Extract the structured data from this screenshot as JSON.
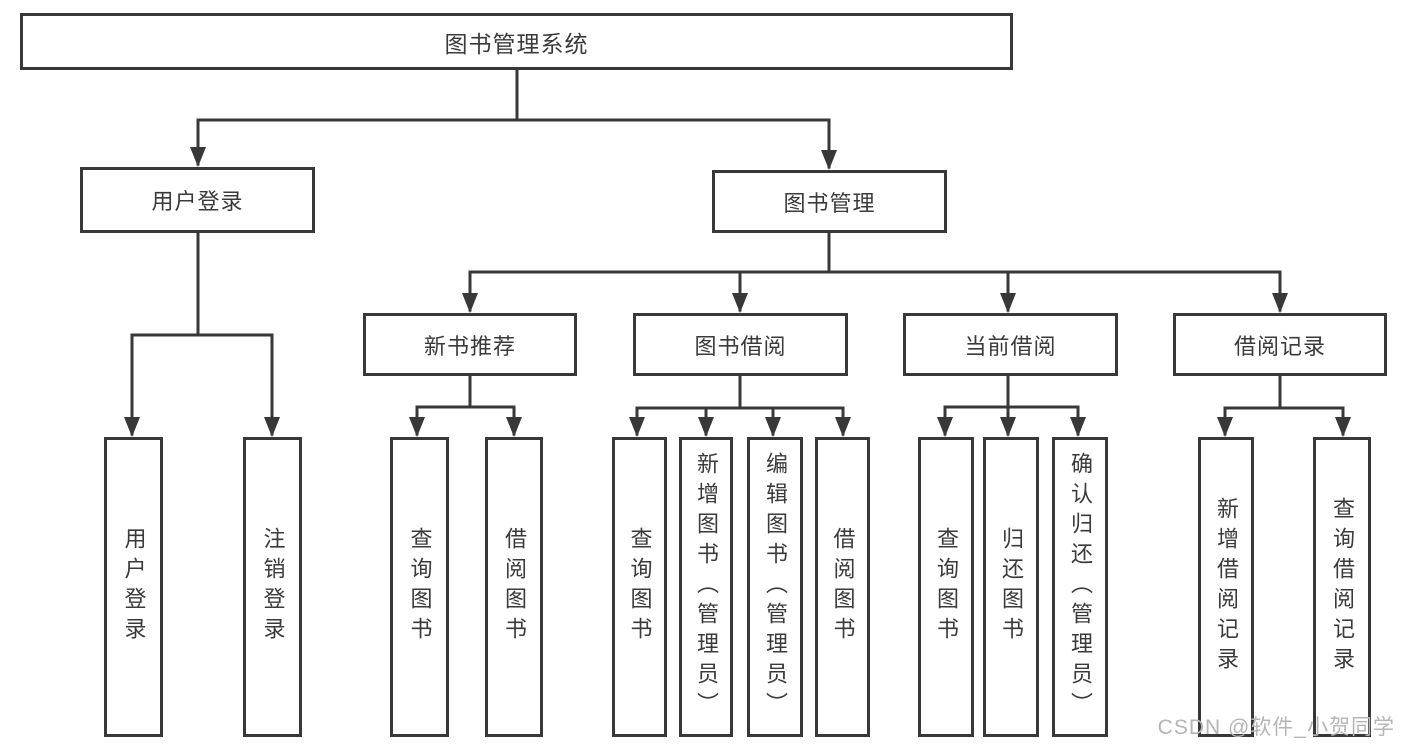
{
  "diagram": {
    "title": "图书管理系统",
    "root": {
      "label": "图书管理系统"
    },
    "level2": [
      {
        "label": "用户登录"
      },
      {
        "label": "图书管理"
      }
    ],
    "level3": [
      {
        "label": "新书推荐"
      },
      {
        "label": "图书借阅"
      },
      {
        "label": "当前借阅"
      },
      {
        "label": "借阅记录"
      }
    ],
    "leaves": [
      {
        "label": "用户登录",
        "parent": "用户登录"
      },
      {
        "label": "注销登录",
        "parent": "用户登录"
      },
      {
        "label": "查询图书",
        "parent": "新书推荐"
      },
      {
        "label": "借阅图书",
        "parent": "新书推荐"
      },
      {
        "label": "查询图书",
        "parent": "图书借阅"
      },
      {
        "label": "新增图书（管理员）",
        "parent": "图书借阅"
      },
      {
        "label": "编辑图书（管理员）",
        "parent": "图书借阅"
      },
      {
        "label": "借阅图书",
        "parent": "图书借阅"
      },
      {
        "label": "查询图书",
        "parent": "当前借阅"
      },
      {
        "label": "归还图书",
        "parent": "当前借阅"
      },
      {
        "label": "确认归还（管理员）",
        "parent": "当前借阅"
      },
      {
        "label": "新增借阅记录",
        "parent": "借阅记录"
      },
      {
        "label": "查询借阅记录",
        "parent": "借阅记录"
      }
    ]
  },
  "watermark": {
    "text": "CSDN @软件_小贺同学"
  },
  "colors": {
    "line": "#383838",
    "text": "#3a3a3a",
    "box_background": "#ffffff",
    "page_background": "#ffffff",
    "watermark": "#b5b5b5"
  }
}
